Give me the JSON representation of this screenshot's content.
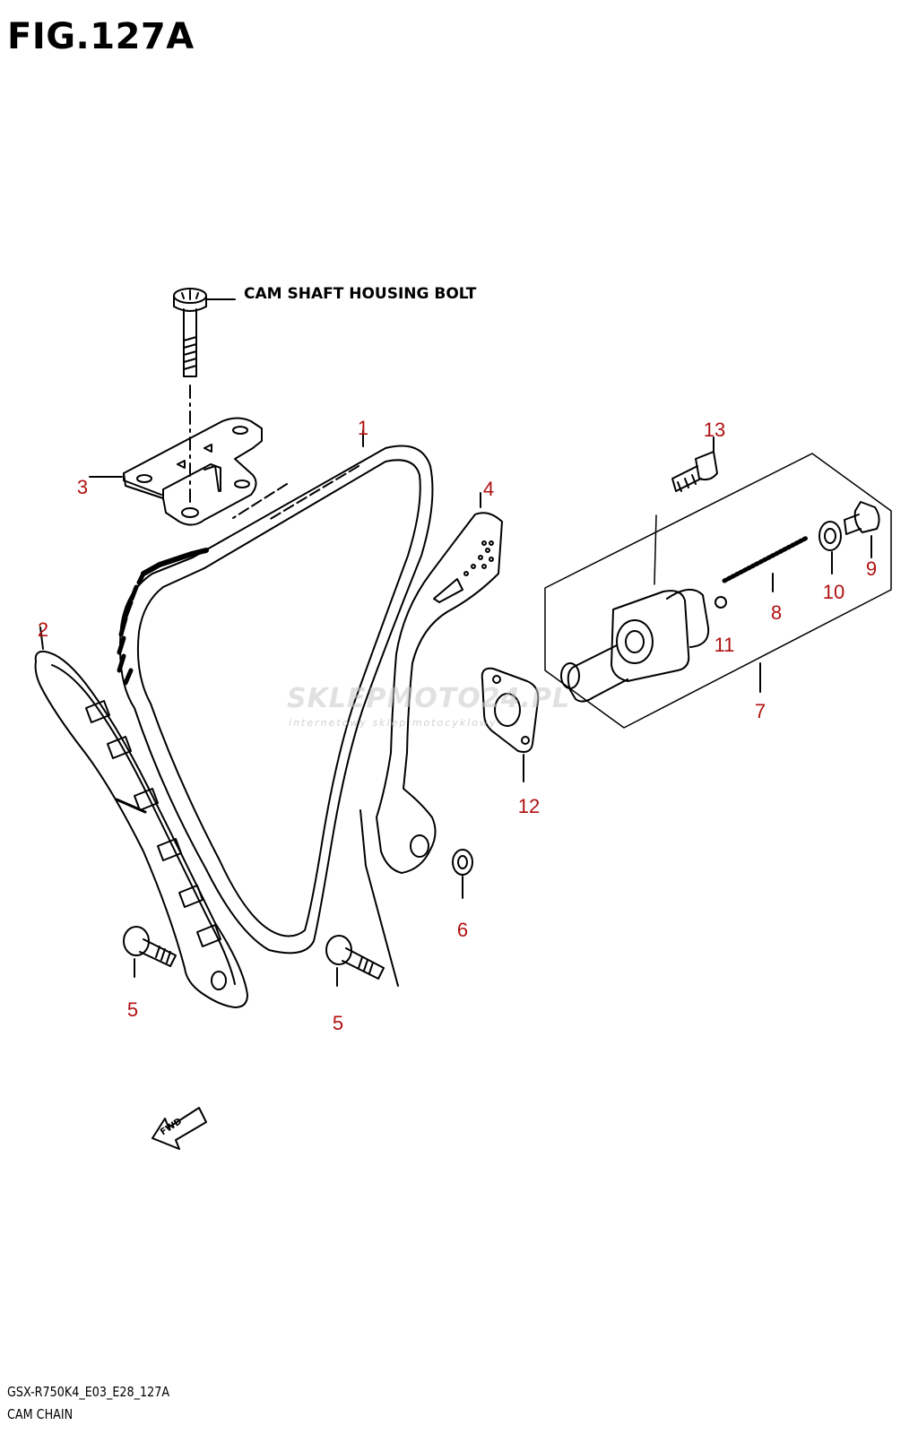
{
  "figure": {
    "title": "FIG.127A"
  },
  "note": {
    "label": "CAM SHAFT HOUSING BOLT"
  },
  "callouts": [
    "1",
    "2",
    "3",
    "4",
    "5",
    "5",
    "6",
    "7",
    "8",
    "9",
    "10",
    "11",
    "12",
    "13"
  ],
  "watermark": {
    "text": "SKLEPMOTO24.PL",
    "subtext": "internetowy sklep motocyklowy"
  },
  "arrow": {
    "label": "FWD"
  },
  "footer": {
    "model_code": "GSX-R750K4_E03_E28_127A",
    "section": "CAM CHAIN"
  },
  "colors": {
    "line": "#000000",
    "callout": "#b01010",
    "watermark": "#c9c9c9"
  }
}
